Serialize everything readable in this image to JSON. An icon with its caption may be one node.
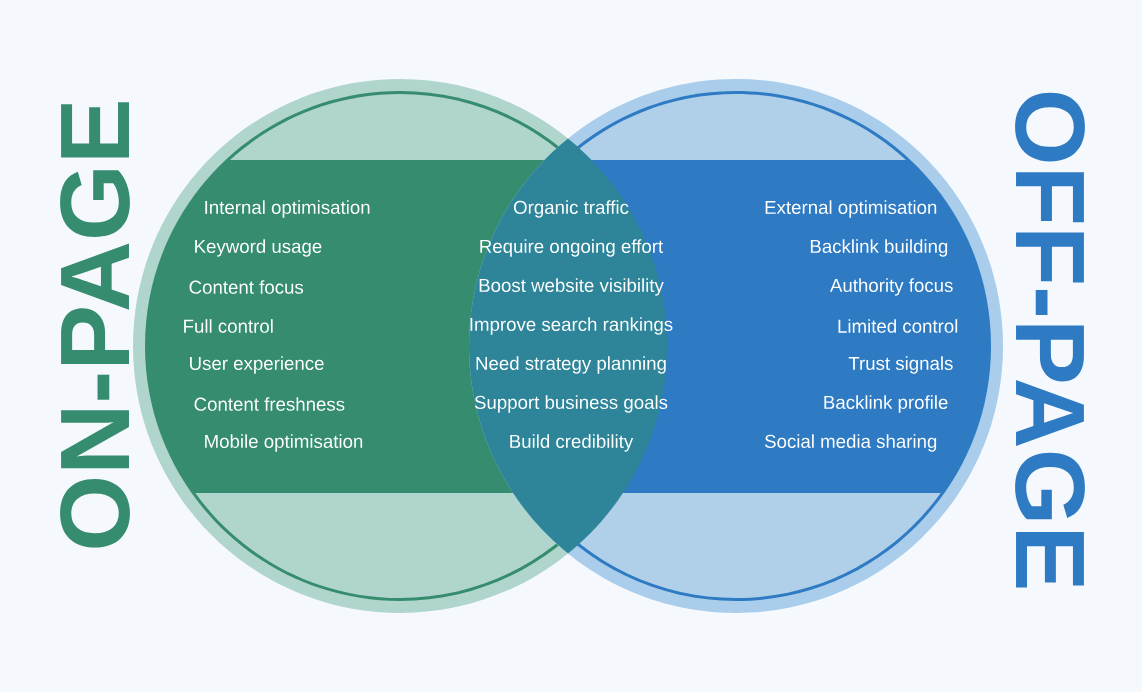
{
  "diagram": {
    "nodes": [
      {
        "text": [
          "ON-PAGE",
          "Internal optimisation",
          "Keyword usage",
          "Content focus",
          "Full control",
          "User experience",
          "Content freshness",
          "Mobile optimisation"
        ]
      },
      {
        "text": [
          "OFF-PAGE",
          "External optimisation",
          "Backlink building",
          "Authority focus",
          "Limited control",
          "Trust signals",
          "Backlink profile",
          "Social media sharing"
        ]
      },
      {
        "text": [
          "Organic traffic",
          "Require ongoing effort",
          "Boost website visibility",
          "Improve search rankings",
          "Need strategy planning",
          "Support business goals",
          "Build credibility"
        ]
      }
    ]
  }
}
